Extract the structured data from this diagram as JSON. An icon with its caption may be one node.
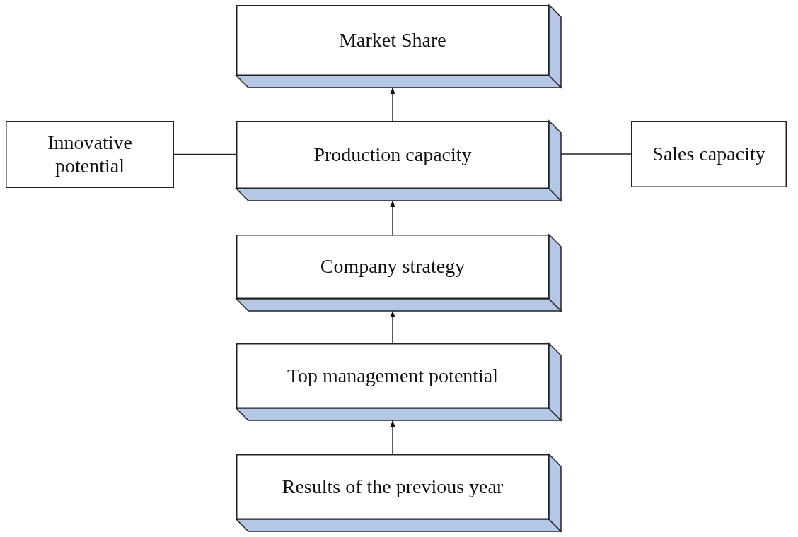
{
  "diagram": {
    "nodes": [
      {
        "text": [
          "Market Share"
        ]
      },
      {
        "text": [
          "Innovative potential"
        ]
      },
      {
        "text": [
          "Production capacity"
        ]
      },
      {
        "text": [
          "Sales capacity"
        ]
      },
      {
        "text": [
          "Company strategy"
        ]
      },
      {
        "text": [
          "Top management potential"
        ]
      },
      {
        "text": [
          "Results of the previous year"
        ]
      }
    ],
    "edges": [
      {
        "from": 2,
        "to": 0,
        "arrow": "to"
      },
      {
        "from": 1,
        "to": 2,
        "arrow": "none"
      },
      {
        "from": 2,
        "to": 3,
        "arrow": "none"
      },
      {
        "from": 4,
        "to": 2,
        "arrow": "to"
      },
      {
        "from": 5,
        "to": 4,
        "arrow": "to"
      },
      {
        "from": 6,
        "to": 5,
        "arrow": "to"
      }
    ]
  }
}
